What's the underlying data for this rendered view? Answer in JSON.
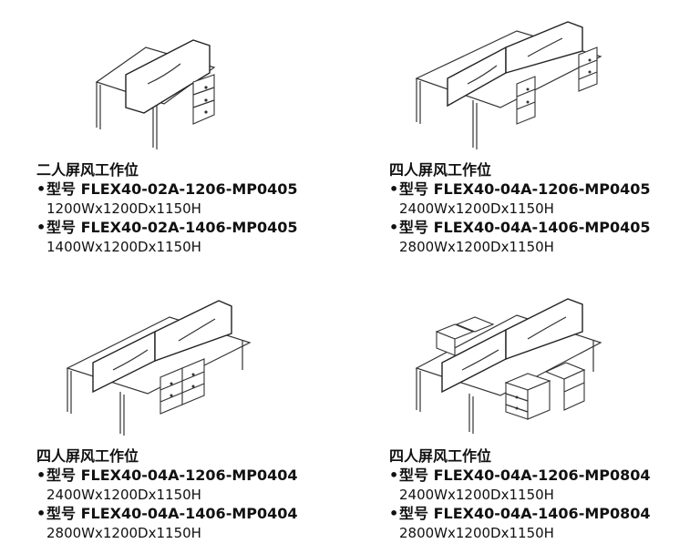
{
  "products": [
    {
      "title": "二人屏风工作位",
      "items": [
        {
          "model": "型号 FLEX40-02A-1206-MP0405",
          "dims": "1200Wx1200Dx1150H"
        },
        {
          "model": "型号 FLEX40-02A-1406-MP0405",
          "dims": "1400Wx1200Dx1150H"
        }
      ]
    },
    {
      "title": "四人屏风工作位",
      "items": [
        {
          "model": "型号 FLEX40-04A-1206-MP0405",
          "dims": "2400Wx1200Dx1150H"
        },
        {
          "model": "型号 FLEX40-04A-1406-MP0405",
          "dims": "2800Wx1200Dx1150H"
        }
      ]
    },
    {
      "title": "四人屏风工作位",
      "items": [
        {
          "model": "型号 FLEX40-04A-1206-MP0404",
          "dims": "2400Wx1200Dx1150H"
        },
        {
          "model": "型号 FLEX40-04A-1406-MP0404",
          "dims": "2800Wx1200Dx1150H"
        }
      ]
    },
    {
      "title": "四人屏风工作位",
      "items": [
        {
          "model": "型号 FLEX40-04A-1206-MP0804",
          "dims": "2400Wx1200Dx1150H"
        },
        {
          "model": "型号 FLEX40-04A-1406-MP0804",
          "dims": "2800Wx1200Dx1150H"
        }
      ]
    }
  ],
  "bullet": "•"
}
